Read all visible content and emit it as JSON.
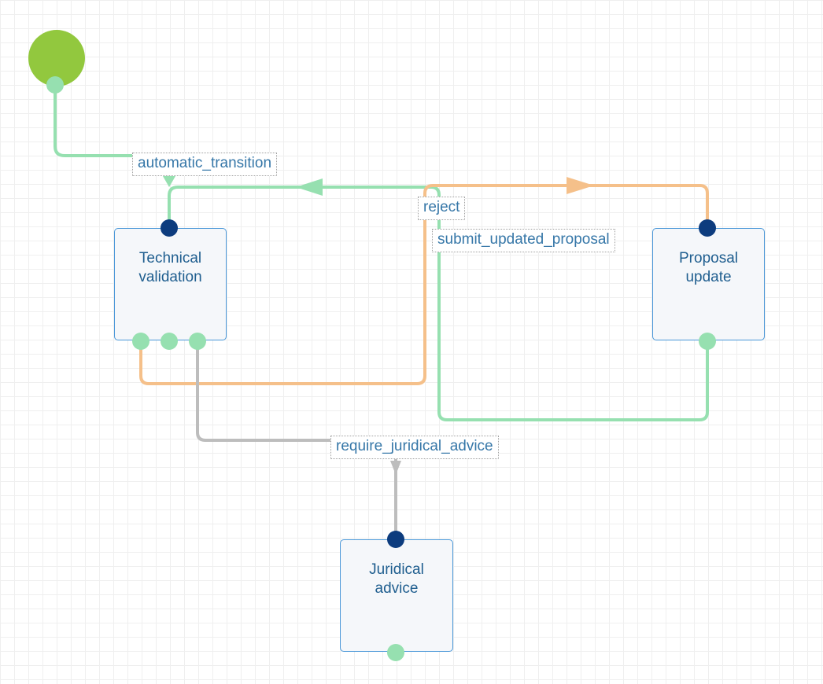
{
  "colors": {
    "green_edge": "#96e0b0",
    "orange_edge": "#f5c08a",
    "gray_edge": "#bdbdbd",
    "start_node": "#92c83e",
    "node_border": "#4a97d8",
    "port_in": "#0d3c7e",
    "port_out": "#96e0b0"
  },
  "nodes": {
    "technical_validation": {
      "title": "Technical validation"
    },
    "proposal_update": {
      "title": "Proposal update"
    },
    "juridical_advice": {
      "title": "Juridical advice"
    }
  },
  "transitions": {
    "automatic_transition": "automatic_transition",
    "reject": "reject",
    "submit_updated_proposal": "submit_updated_proposal",
    "require_juridical_advice": "require_juridical_advice"
  }
}
